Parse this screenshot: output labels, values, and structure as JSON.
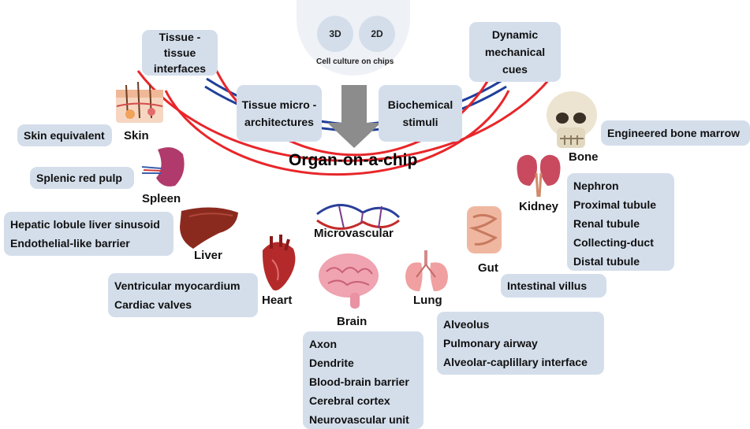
{
  "title": "Organ-on-a-chip",
  "culture": {
    "d3": "3D",
    "d2": "2D",
    "caption": "Cell culture on chips"
  },
  "top_boxes": {
    "tissue_interfaces": [
      "Tissue - tissue",
      "interfaces"
    ],
    "micro_architectures": [
      "Tissue micro -",
      "architectures"
    ],
    "biochemical": [
      "Biochemical",
      "stimuli"
    ],
    "mechanical": [
      "Dynamic",
      "mechanical",
      "cues"
    ]
  },
  "organs": {
    "skin": {
      "label": "Skin",
      "items": [
        "Skin equivalent"
      ]
    },
    "spleen": {
      "label": "Spleen",
      "items": [
        "Splenic red pulp"
      ]
    },
    "liver": {
      "label": "Liver",
      "items": [
        "Hepatic lobule liver sinusoid",
        "Endothelial-like barrier"
      ]
    },
    "heart": {
      "label": "Heart",
      "items": [
        "Ventricular myocardium",
        "Cardiac valves"
      ]
    },
    "brain": {
      "label": "Brain",
      "items": [
        "Axon",
        "Dendrite",
        "Blood-brain barrier",
        "Cerebral cortex",
        "Neurovascular unit"
      ]
    },
    "lung": {
      "label": "Lung",
      "items": [
        "Alveolus",
        "Pulmonary airway",
        "Alveolar-caplillary interface"
      ]
    },
    "gut": {
      "label": "Gut",
      "items": [
        "Intestinal villus"
      ]
    },
    "kidney": {
      "label": "Kidney",
      "items": [
        "Nephron",
        "Proximal tubule",
        "Renal tubule",
        "Collecting-duct",
        "Distal tubule"
      ]
    },
    "bone": {
      "label": "Bone",
      "items": [
        "Engineered bone marrow"
      ]
    },
    "microvascular": {
      "label": "Microvascular"
    }
  },
  "colors": {
    "arc": "#e8262a",
    "blue_arc": "#1f3f9a",
    "box": "#d4deeb",
    "arrow": "#8c8c8c"
  },
  "icons": [
    "skin-icon",
    "spleen-icon",
    "liver-icon",
    "heart-icon",
    "brain-icon",
    "lung-icon",
    "gut-icon",
    "kidney-icon",
    "bone-icon",
    "vessel-icon",
    "down-arrow-icon"
  ]
}
